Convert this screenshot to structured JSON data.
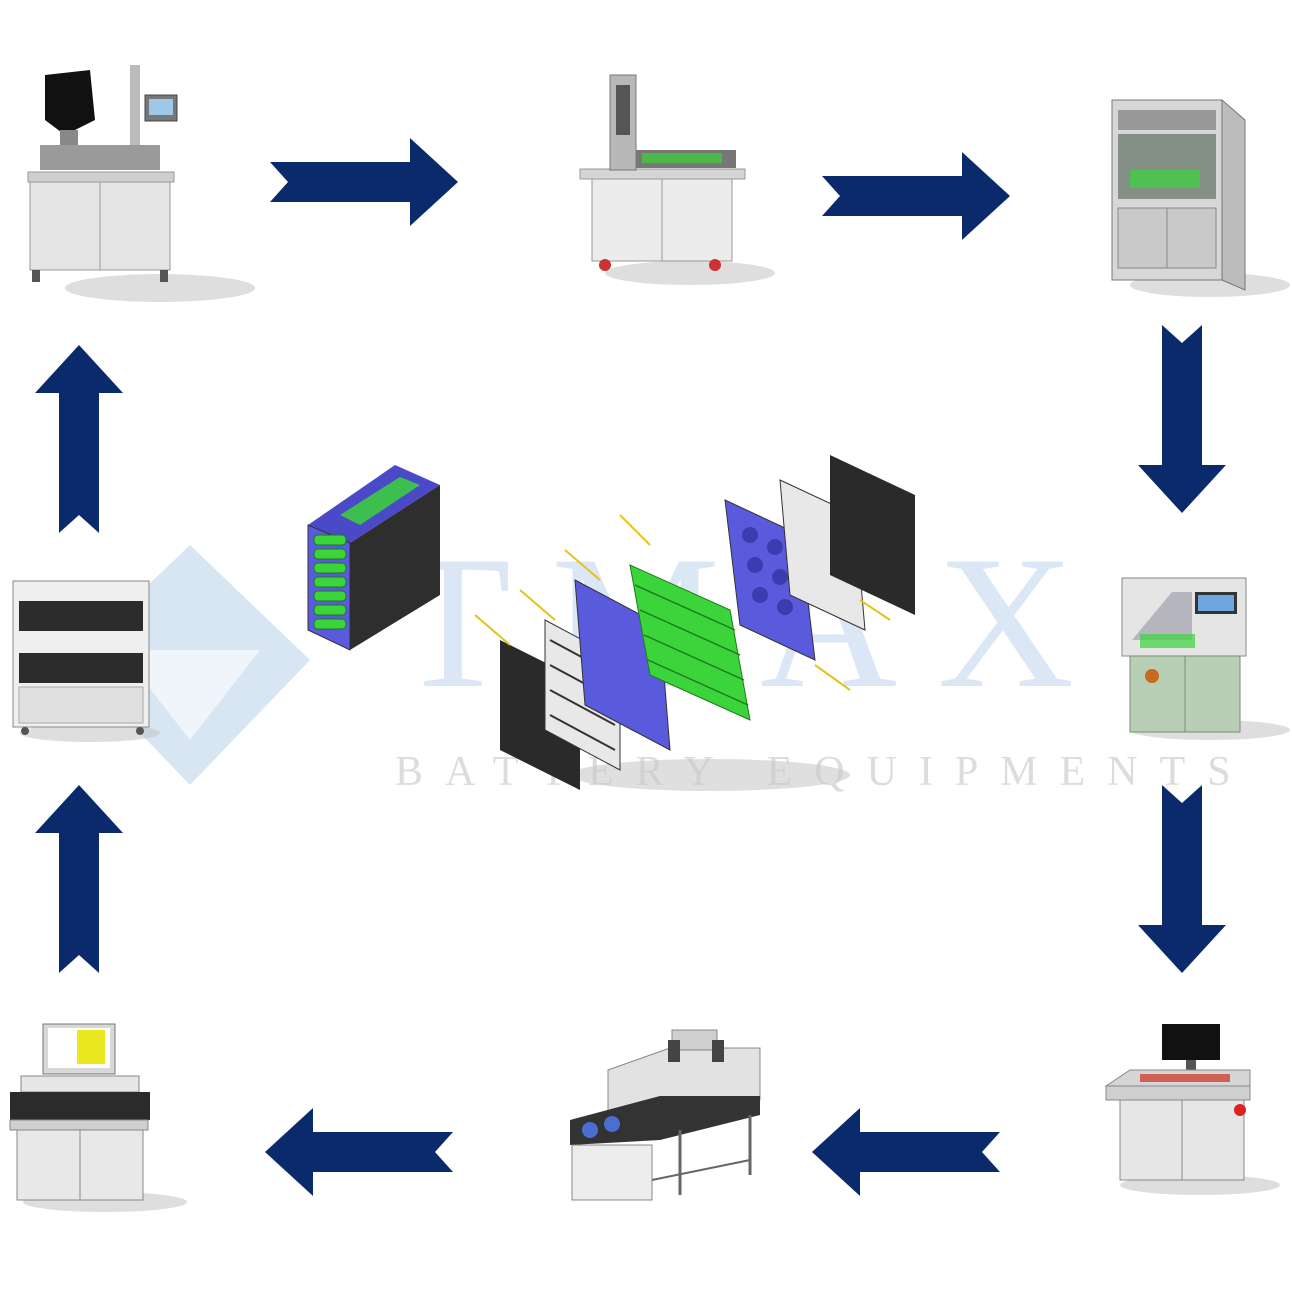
{
  "watermark": {
    "brand": "TMAX",
    "tagline": "BATTERY EQUIPMENTS"
  },
  "colors": {
    "arrow": "#0b2a6b",
    "cell_green": "#3bd43b",
    "holder_blue": "#5a5adc",
    "cabinet": "#dedede"
  },
  "stations": [
    {
      "id": "cell-sorting-machine",
      "icon": "machine-with-hopper"
    },
    {
      "id": "holder-insertion-machine",
      "icon": "machine-with-conveyor"
    },
    {
      "id": "enclosed-assembly-machine",
      "icon": "enclosed-machine"
    },
    {
      "id": "spot-welding-machine",
      "icon": "green-machine"
    },
    {
      "id": "pack-tester-station",
      "icon": "control-console"
    },
    {
      "id": "conveyor-oven",
      "icon": "conveyor-tunnel"
    },
    {
      "id": "bms-test-bench",
      "icon": "test-bench"
    },
    {
      "id": "aging-cabinet",
      "icon": "aging-cabinet"
    }
  ],
  "flow": [
    "right",
    "right",
    "down",
    "down",
    "left",
    "left",
    "up",
    "up"
  ]
}
